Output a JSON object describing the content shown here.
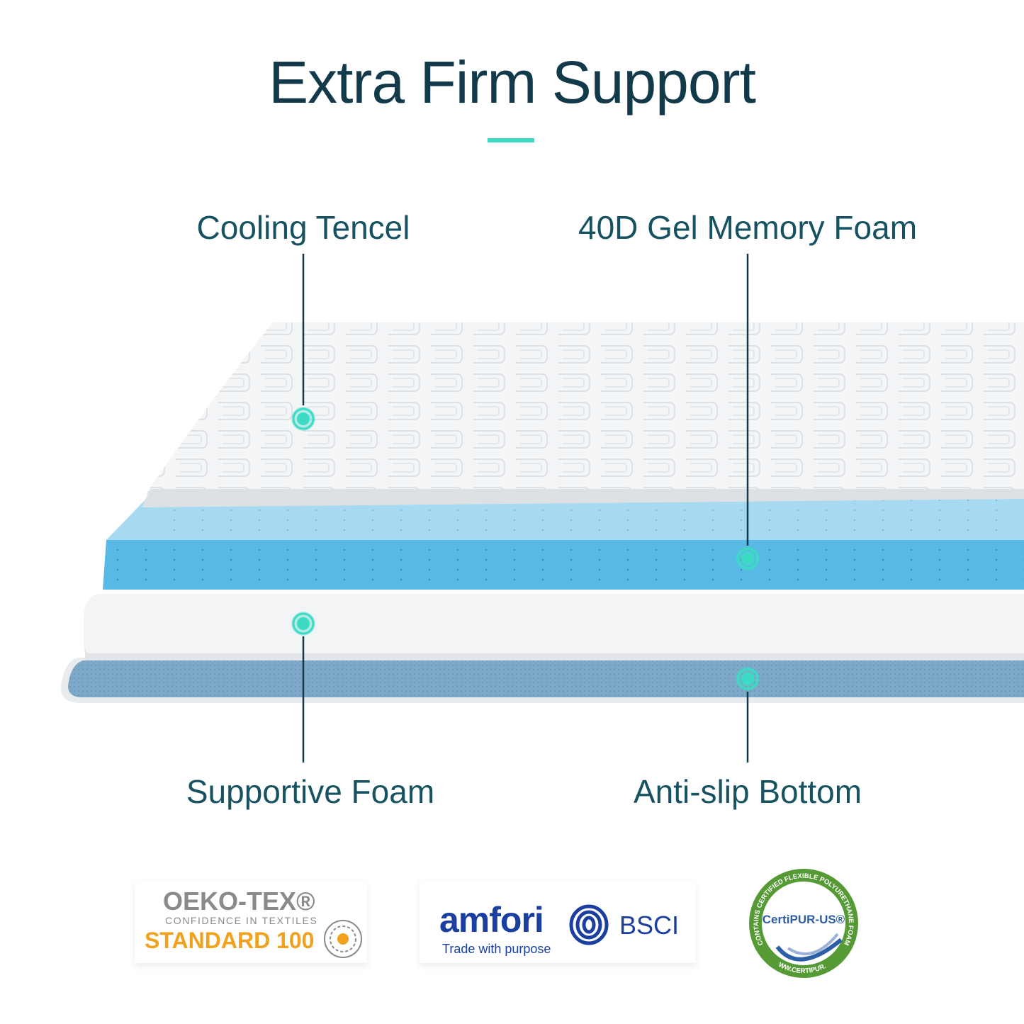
{
  "title": "Extra Firm Support",
  "colors": {
    "title": "#133a4a",
    "accent": "#3ddbc6",
    "label": "#16525f"
  },
  "layers": {
    "cooling_tencel": "Cooling Tencel",
    "gel_memory_foam": "40D Gel Memory Foam",
    "supportive_foam": "Supportive Foam",
    "anti_slip_bottom": "Anti-slip Bottom"
  },
  "certifications": {
    "oeko_tex": {
      "name": "OEKO-TEX®",
      "tagline": "CONFIDENCE IN TEXTILES",
      "standard": "STANDARD 100"
    },
    "amfori": {
      "name": "amfori",
      "suffix": "BSCI",
      "tagline": "Trade with purpose"
    },
    "certipur": {
      "name": "CertiPUR-US®",
      "ring_top": "CONTAINS CERTIFIED FLEXIBLE POLYURETHANE FOAM",
      "ring_bottom": "WWW.CERTIPUR.US"
    }
  }
}
